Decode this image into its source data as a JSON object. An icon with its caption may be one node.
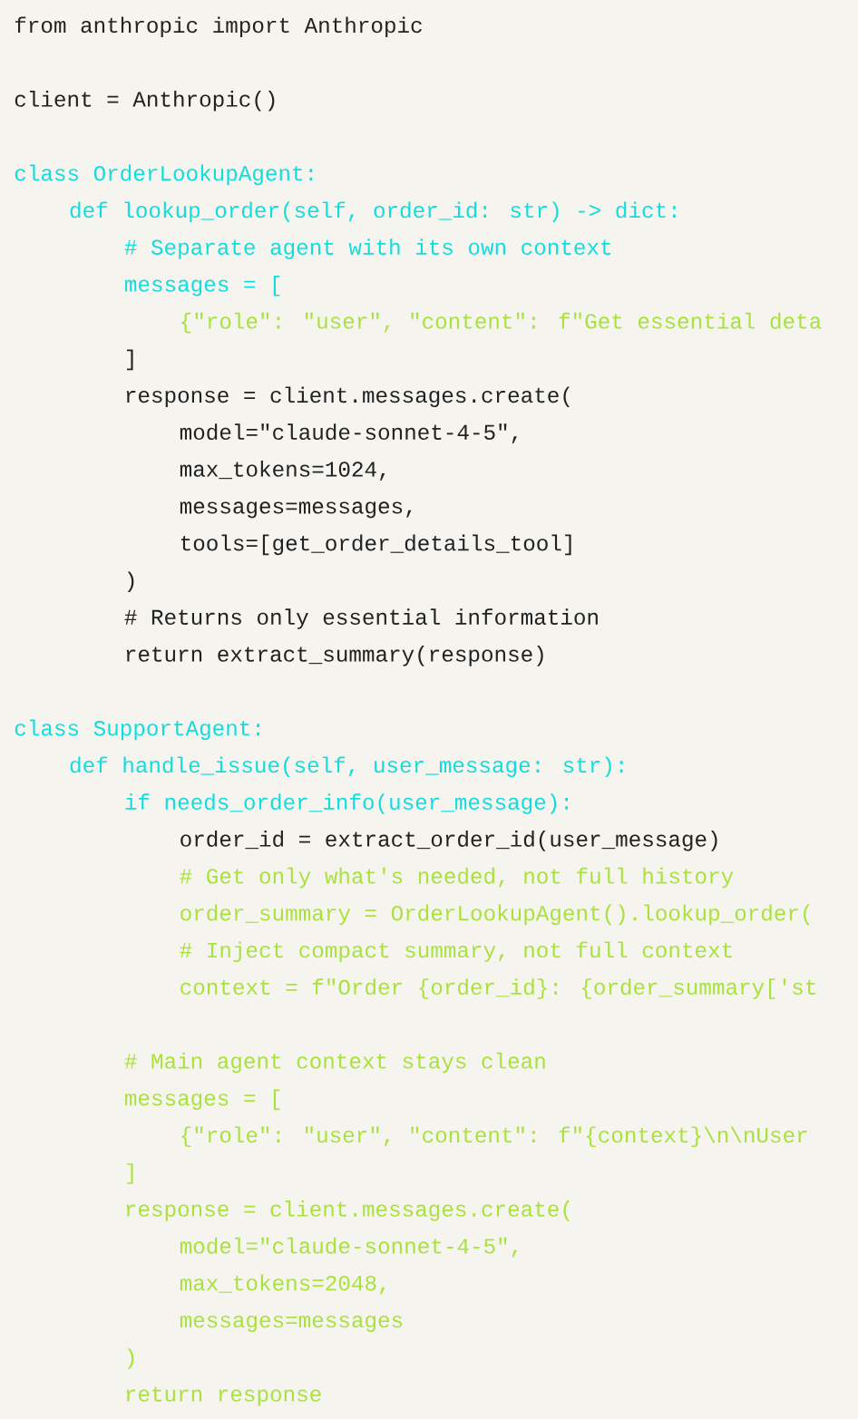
{
  "diagram": {
    "labels": [
      "from anthropic import Anthropic",
      "client = Anthropic()",
      "class OrderLookupAgent:",
      "def lookup_order(self, order_id: str) -> dict:",
      "# Separate agent with its own context",
      "messages = [",
      "{\"role\": \"user\", \"content\": f\"Get essential deta",
      "]",
      "response = client.messages.create(",
      "model=\"claude-sonnet-4-5\",",
      "max_tokens=1024,",
      "messages=messages,",
      "tools=[get_order_details_tool]",
      ")",
      "# Returns only essential information",
      "return extract_summary(response)",
      "class SupportAgent:",
      "def handle_issue(self, user_message: str):",
      "if needs_order_info(user_message):",
      "order_id = extract_order_id(user_message)",
      "# Get only what's needed, not full history",
      "order_summary = OrderLookupAgent().lookup_order(",
      "# Inject compact summary, not full context",
      "context = f\"Order {order_id}: {order_summary['st",
      "# Main agent context stays clean",
      "messages = [",
      "{\"role\": \"user\", \"content\": f\"{context}\\n\\nUser",
      "]",
      "response = client.messages.create(",
      "model=\"claude-sonnet-4-5\",",
      "max_tokens=2048,",
      "messages=messages",
      ")",
      "return response"
    ]
  }
}
